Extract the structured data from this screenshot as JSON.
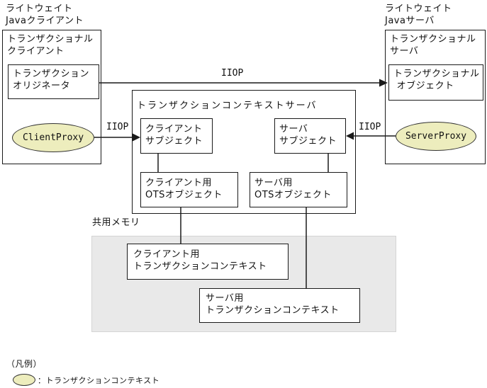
{
  "colors": {
    "line": "#1a1a1a",
    "proxy_fill": "#ededbd",
    "shared_memory_fill": "#e9e9e9"
  },
  "labels": {
    "client_host": "ライトウェイト\nJavaクライアント",
    "server_host": "ライトウェイト\nJavaサーバ",
    "shared_memory": "共用メモリ"
  },
  "connections": {
    "iiop_top": "IIOP",
    "iiop_client": "IIOP",
    "iiop_server": "IIOP"
  },
  "boxes": {
    "transactional_client_title": "トランザクショナル\nクライアント",
    "transaction_originator": "トランザクション\nオリジネータ",
    "transactional_server_title": "トランザクショナル\nサーバ",
    "transactional_object": "トランザクショナル\n オブジェクト",
    "context_server_title": "トランザクションコンテキストサーバ",
    "client_subject": "クライアント\nサブジェクト",
    "server_subject": "サーバ\nサブジェクト",
    "client_ots": "クライアント用\nOTSオブジェクト",
    "server_ots": "サーバ用\nOTSオブジェクト",
    "client_context": "クライアント用\nトランザクションコンテキスト",
    "server_context": "サーバ用\nトランザクションコンテキスト"
  },
  "proxies": {
    "client": "ClientProxy",
    "server": "ServerProxy"
  },
  "legend": {
    "title": "（凡例）",
    "entry": "：トランザクションコンテキスト"
  }
}
